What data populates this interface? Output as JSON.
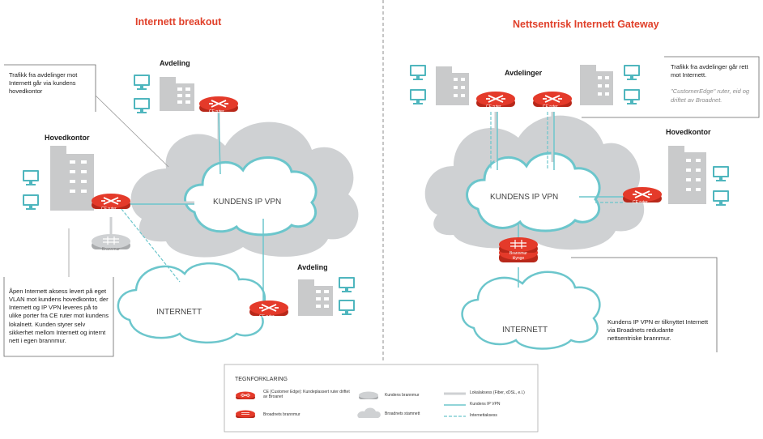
{
  "left": {
    "title": "Internett breakout",
    "avdeling_top": "Avdeling",
    "hovedkontor": "Hovedkontor",
    "avdeling_bottom": "Avdeling",
    "ce_label": "CE ruter",
    "firewall_label": "Brannmur",
    "vpn_label": "KUNDENS  IP  VPN",
    "internet_label": "INTERNETT",
    "note_top": "Trafikk fra avdelinger mot Internett går via kundens hovedkontor",
    "note_bottom": "Åpen Internett aksess levert på eget VLAN mot kundens hovedkontor, der Internett og IP VPN leveres på to ulike porter fra CE ruter mot kundens lokalnett. Kunden styrer selv sikkerhet mellom Internett og internt nett i egen brannmur."
  },
  "right": {
    "title": "Nettsentrisk Internett Gateway",
    "avdelinger": "Avdelinger",
    "hovedkontor": "Hovedkontor",
    "ce_label": "CE ruter",
    "firewall_label": "Brannmur klynge",
    "vpn_label": "KUNDENS  IP  VPN",
    "internet_label": "INTERNETT",
    "note_top_main": "Trafikk fra avdelinger går rett mot Internett.",
    "note_top_italic": "\"CustomerEdge\" ruter, eid og driftet av Broadnet.",
    "note_bottom": "Kundens IP VPN er tilknyttet Internett via Broadnets redudante nettsentriske brannmur."
  },
  "legend": {
    "title": "TEGNFORKLARING",
    "ce_desc": "CE (Customer Edge): Kundeplassert ruter driftet av Broanet",
    "broadnet_fw": "Broadnets brannmur",
    "customer_fw": "Kundens brannmur",
    "backbone": "Broadnets stamnett",
    "local_access": "Lokalaksess (Fiber, xDSL, e.l.)",
    "customer_vpn": "Kundens IP VPN",
    "internet_access": "Internettaksess"
  },
  "colors": {
    "accent_red": "#e0402a",
    "teal": "#6cc6cc",
    "cloud_grey": "#cfd1d3",
    "building_grey": "#c9cacb"
  }
}
